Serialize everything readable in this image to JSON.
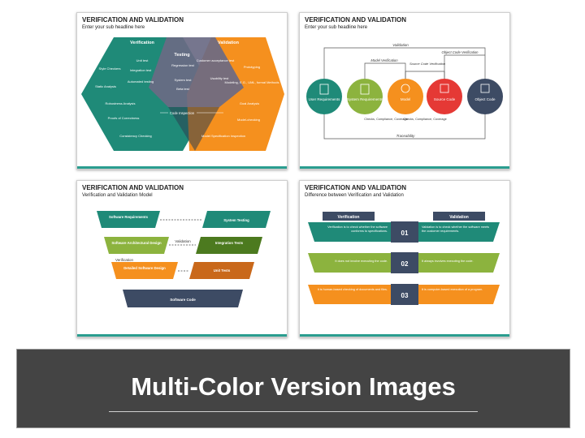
{
  "colors": {
    "teal": "#1f8a78",
    "orange": "#f5901e",
    "gray": "#6a6a84",
    "green": "#8cb33e",
    "red": "#e53935",
    "navy": "#3d4b64",
    "darkgreen": "#4c7a1f",
    "darkorange": "#c9681a"
  },
  "slides": [
    {
      "title": "VERIFICATION AND VALIDATION",
      "subtitle": "Enter your sub headline here",
      "verification_header": "Verification",
      "validation_header": "Validation",
      "testing_header": "Testing",
      "verification_items": [
        "Style Checkers",
        "Static Analysis",
        "Robustness Analysis",
        "Proofs of Correctness",
        "Consistency Checking"
      ],
      "testing_items": [
        "Unit test",
        "Integration test",
        "Automated testing",
        "Regression test",
        "System test",
        "Beta test",
        "Customer acceptance test",
        "Usability test"
      ],
      "validation_items": [
        "Prototyping",
        "Modeling, E.G., UML, formal Methods",
        "Goal Analysis",
        "Model-checking",
        "Model Specification Inspection"
      ],
      "center_item": "Code Inspection"
    },
    {
      "title": "VERIFICATION AND VALIDATION",
      "subtitle": "Enter your sub headline here",
      "top_label_validation": "Validation",
      "top_label_object": "Object Code Verification",
      "label_model_verification": "Model Verification",
      "label_source_verification": "Source Code Verification",
      "circles": [
        "User Requirements",
        "System Requirements",
        "Model",
        "Source Code",
        "Object Code"
      ],
      "checks_label": "Checks, Compliance, Coverage",
      "traceability": "Traceability"
    },
    {
      "title": "VERIFICATION AND VALIDATION",
      "subtitle": "Verification and Validation Model",
      "left_items": [
        "Software Requirements",
        "Software Architectural Design",
        "Detailed Software Design"
      ],
      "right_items": [
        "System Testing",
        "Integration Tests",
        "Unit Tests"
      ],
      "bottom_item": "Software Code",
      "validation_label": "Validation",
      "verification_label": "Verification"
    },
    {
      "title": "VERIFICATION AND VALIDATION",
      "subtitle": "Difference between Verification and Validation",
      "header_left": "Verification",
      "header_right": "Validation",
      "rows": [
        {
          "num": "01",
          "left": "Verification is to check whether the software conforms to specifications.",
          "right": "Validation is to check whether the software meets the customer requirements."
        },
        {
          "num": "02",
          "left": "It does not involve executing the code.",
          "right": "It always involves executing the code."
        },
        {
          "num": "03",
          "left": "It is human-based checking of documents and files.",
          "right": "It is computer-based execution of a program."
        }
      ]
    }
  ],
  "banner": {
    "title": "Multi-Color Version Images"
  }
}
